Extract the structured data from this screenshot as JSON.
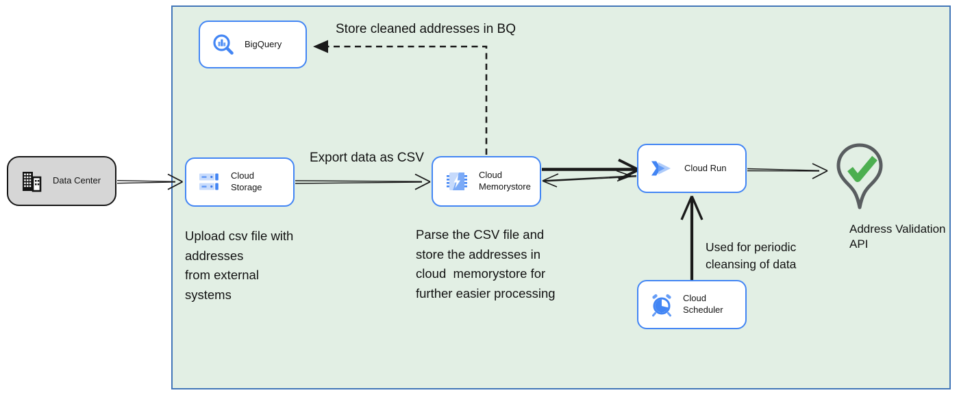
{
  "nodes": {
    "data_center": {
      "label": "Data Center"
    },
    "bigquery": {
      "label": "BigQuery"
    },
    "cloud_storage": {
      "label": "Cloud Storage"
    },
    "cloud_memorystore": {
      "label": "Cloud Memorystore"
    },
    "cloud_run": {
      "label": "Cloud Run"
    },
    "cloud_scheduler": {
      "label": "Cloud Scheduler"
    },
    "address_validation": {
      "label": "Address Validation\nAPI"
    }
  },
  "labels": {
    "store_bq": "Store cleaned addresses in BQ",
    "export_csv": "Export data as CSV",
    "upload_note": "Upload csv file with\naddresses\nfrom external\nsystems",
    "parse_note": "Parse the CSV file and\nstore the addresses in\ncloud  memorystore for\nfurther easier processing",
    "periodic_note": "Used for periodic\ncleansing of data"
  },
  "icons": {
    "data_center": "building-icon",
    "bigquery": "magnifier-chart-icon",
    "cloud_storage": "storage-bars-icon",
    "cloud_memorystore": "memory-chip-bolt-icon",
    "cloud_run": "run-chevron-icon",
    "cloud_scheduler": "alarm-clock-icon",
    "address_validation": "map-pin-check-icon"
  },
  "colors": {
    "container_bg": "#e2efe4",
    "container_border": "#4276b8",
    "node_border": "#4285f4",
    "node_bg": "#ffffff",
    "datacenter_bg": "#d6d6d6",
    "datacenter_border": "#141414",
    "arrow": "#1a1a1a",
    "pin_outline": "#595d60",
    "check_green": "#4caf50",
    "icon_blue": "#4285f4",
    "icon_light_blue": "#aecbfa"
  }
}
